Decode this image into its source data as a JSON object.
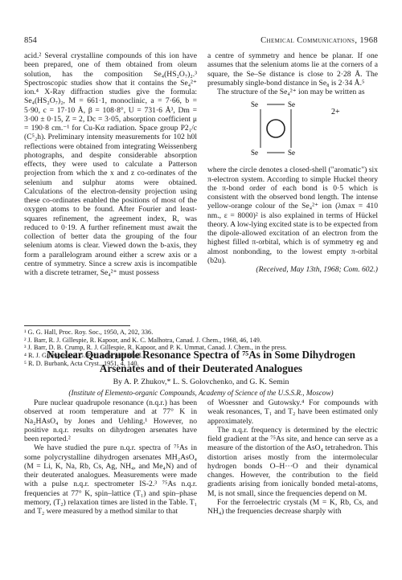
{
  "header": {
    "page_number": "854",
    "journal": "Chemical Communications, 1968"
  },
  "left_column_1": [
    "acid.² Several crystalline compounds of this ion have been prepared, one of them obtained from oleum solution, has the composition Se₄(HS₂O₇)₂.³ Spectroscopic studies show that it contains the Se₄²⁺ ion.⁴ X-Ray diffraction studies give the formula: Se₄(HS₂O₇)₂, M = 661·1, monoclinic, a = 7·66, b = 5·90, c = 17·10 Å, β = 108·8°, U = 731·6 Å³, Dm = 3·00 ± 0·15, Z = 2, Dc = 3·05, absorption coefficient μ = 190·8 cm.⁻¹ for Cu-Kα radiation. Space group P2₁/c (C⁵₂h). Preliminary intensity measurements for 102 h0l reflections were obtained from integrating Weissenberg photographs, and despite considerable absorption effects, they were used to calculate a Patterson projection from which the x and z co-ordinates of the selenium and sulphur atoms were obtained. Calculations of the electron-density projection using these co-ordinates enabled the positions of most of the oxygen atoms to be found. After Fourier and least-squares refinement, the agreement index, R, was reduced to 0·19. A further refinement must await the collection of better data the grouping of the four selenium atoms is clear. Viewed down the b-axis, they form a parallelogram around either a screw axis or a centre of symmetry. Since a screw axis is incompatible with a discrete tetramer, Se₄²⁺ must possess"
  ],
  "right_column_1": {
    "intro": "a centre of symmetry and hence be planar. If one assumes that the selenium atoms lie at the corners of a square, the Se–Se distance is close to 2·28 Å. The presumably single-bond distance in Se₈ is 2·34 Å.⁵",
    "structure_lead": "The structure of the Se₄²⁺ ion may be written as",
    "structure_labels": {
      "se_tl": "Se",
      "se_tr": "Se",
      "se_bl": "Se",
      "se_br": "Se",
      "charge": "2+"
    },
    "after": "where the circle denotes a closed-shell (\"aromatic\") six π-electron system. According to simple Huckel theory the π-bond order of each bond is 0·5 which is consistent with the observed bond length. The intense yellow-orange colour of the Se₄²⁺ ion (λmax = 410 nm., ε = 8000)² is also explained in terms of Hückel theory. A low-lying excited state is to be expected from the dipole-allowed excitation of an electron from the highest filled π-orbital, which is of symmetry eg and almost nonbonding, to the lowest empty π-orbital (b2u).",
    "received": "(Received, May 13th, 1968; Com. 602.)"
  },
  "references": [
    "¹ G. G. Hall, Proc. Roy. Soc., 1950, A, 202, 336.",
    "² J. Barr, R. J. Gillespie, R. Kapoor, and K. C. Malhotra, Canad. J. Chem., 1968, 46, 149.",
    "³ J. Barr, D. B. Crump, R. J. Gillespie, R. Kapoor, and P. K. Ummat, Canad. J. Chem., in the press.",
    "⁴ R. J. Gillespie and G. Pez, to be published.",
    "⁵ R. D. Burbank, Acta Cryst., 1951, 4, 140."
  ],
  "article": {
    "title_line1": "Nuclear Quadrupole Resonance Spectra of ⁷⁵As in Some Dihydrogen",
    "title_line2": "Arsenates and of their Deuterated Analogues",
    "authors": "By A. P. Zhukov,* L. S. Golovchenko, and G. K. Semin",
    "institution": "(Institute of Elemento-organic Compounds, Academy of Science of the U.S.S.R., Moscow)",
    "left_paragraphs": [
      "Pure nuclear quadrupole resonance (n.q.r.) has been observed at room temperature and at 77° K in Na₂HAsO₄ by Jones and Uehling.¹ However, no positive n.q.r. results on dihydrogen arsenates have been reported.²",
      "We have studied the pure n.q.r. spectra of ⁷⁵As in some polycrystalline dihydrogen arsenates MH₂AsO₄ (M = Li, K, Na, Rb, Cs, Ag, NH₄, and Me₄N) and of their deuterated analogues. Measurements were made with a pulse n.q.r. spectrometer IS-2.³ ⁷⁵As n.q.r. frequencies at 77° K, spin–lattice (T₁) and spin–phase memory, (T₂) relaxation times are listed in the Table. T₁ and T₂ were measured by a method similar to that"
    ],
    "right_paragraphs": [
      "of Woessner and Gutowsky.⁴ For compounds with weak resonances, T₁ and T₂ have been estimated only approximately.",
      "The n.q.r. frequency is determined by the electric field gradient at the ⁷⁵As site, and hence can serve as a measure of the distortion of the AsO₄ tetrahedron. This distortion arises mostly from the intermolecular hydrogen bonds O–H···O and their dynamical changes. However, the contribution to the field gradients arising from ionically bonded metal-atoms, M, is not small, since the frequencies depend on M.",
      "For the ferroelectric crystals (M = K, Rb, Cs, and NH₄) the frequencies decrease sharply with"
    ]
  }
}
